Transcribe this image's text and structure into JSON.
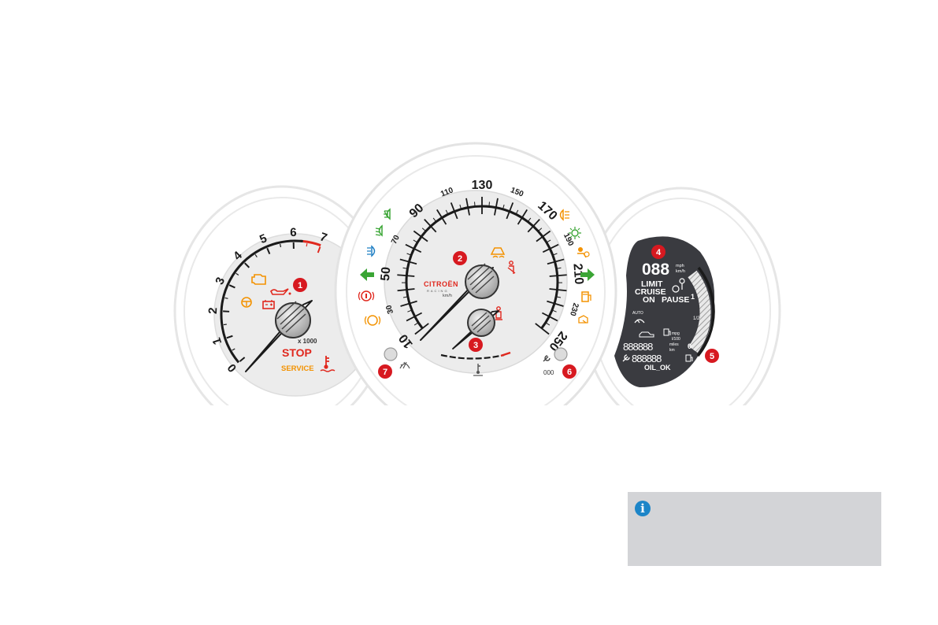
{
  "tachometer": {
    "ticks": [
      "0",
      "1",
      "2",
      "3",
      "4",
      "5",
      "6",
      "7"
    ],
    "multiplier": "x 1000",
    "stop": "STOP",
    "service": "SERVICE"
  },
  "speedometer": {
    "ticks": [
      "10",
      "30",
      "50",
      "70",
      "90",
      "110",
      "130",
      "150",
      "170",
      "190",
      "210",
      "230",
      "250"
    ],
    "brand": "CITROËN",
    "brand_sub": "RACING",
    "unit": "km/h",
    "trip_counter": "000"
  },
  "display": {
    "speed_digits": "088",
    "speed_unit_top": "mph",
    "speed_unit_bottom": "km/h",
    "limit": "LIMIT",
    "cruise": "CRUISE",
    "on": "ON",
    "pause": "PAUSE",
    "auto": "AUTO",
    "odometer_digits": "888888",
    "trip_digits": "888888",
    "oil_status": "OIL_OK",
    "unit_mpg": "mpg",
    "unit_l100": "l/100",
    "unit_miles": "miles",
    "unit_km": "km",
    "fuel_full": "1",
    "fuel_half": "1/2",
    "fuel_empty": "0"
  },
  "callouts": [
    "1",
    "2",
    "3",
    "4",
    "5",
    "6",
    "7"
  ],
  "info": {
    "icon": "i",
    "text": ""
  },
  "colors": {
    "callout": "#d71920",
    "warning_red": "#e0281e",
    "warning_orange": "#f39200",
    "indicator_green": "#3aa535",
    "indicator_blue": "#1f7fc4",
    "display_dark": "#3a3b40"
  }
}
